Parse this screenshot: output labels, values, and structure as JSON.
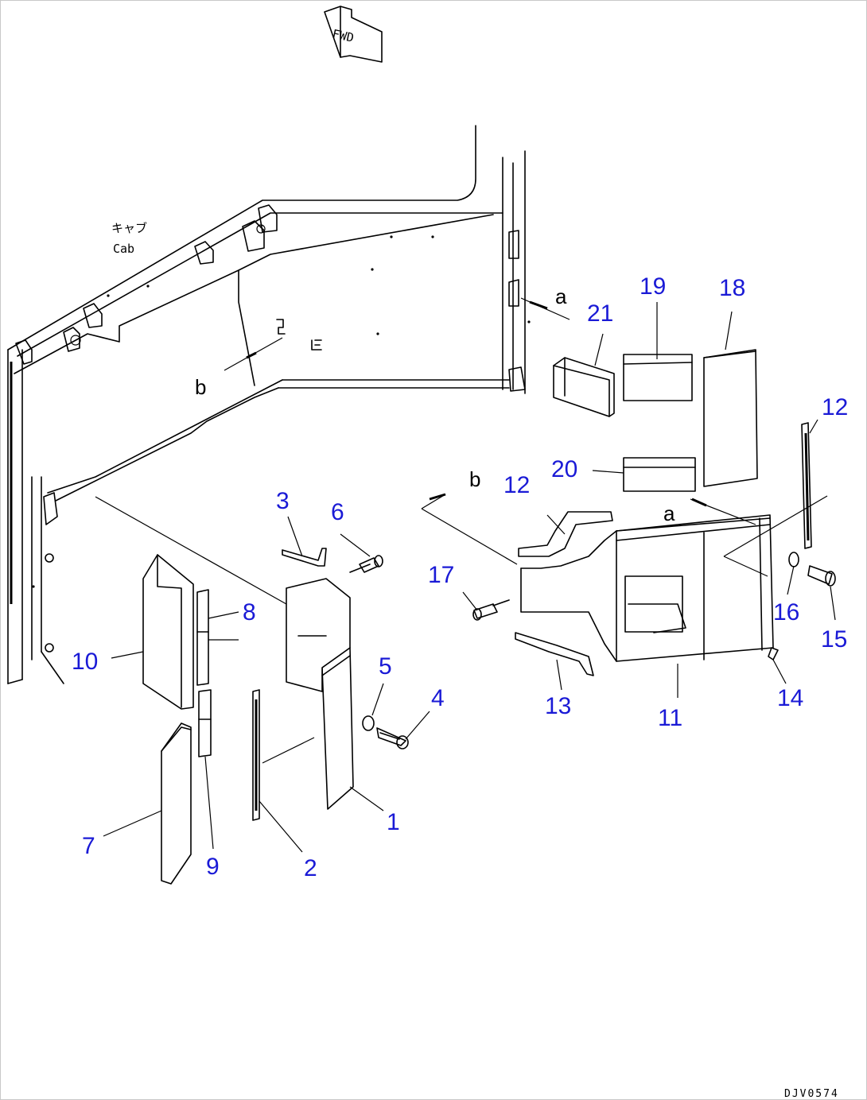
{
  "diagram": {
    "direction_label": "FWD",
    "cab_label_jp": "キャブ",
    "cab_label": "Cab",
    "drawing_code": "DJV0574",
    "view_letters": {
      "a": "a",
      "b": "b"
    },
    "callouts": {
      "c1": "1",
      "c2": "2",
      "c3": "3",
      "c4": "4",
      "c5": "5",
      "c6": "6",
      "c7": "7",
      "c8": "8",
      "c9": "9",
      "c10": "10",
      "c11": "11",
      "c12a": "12",
      "c12b": "12",
      "c13": "13",
      "c14": "14",
      "c15": "15",
      "c16": "16",
      "c17": "17",
      "c18": "18",
      "c19": "19",
      "c20": "20",
      "c21": "21"
    },
    "colors": {
      "callout": "#1a1ad6",
      "line": "#000000"
    }
  }
}
